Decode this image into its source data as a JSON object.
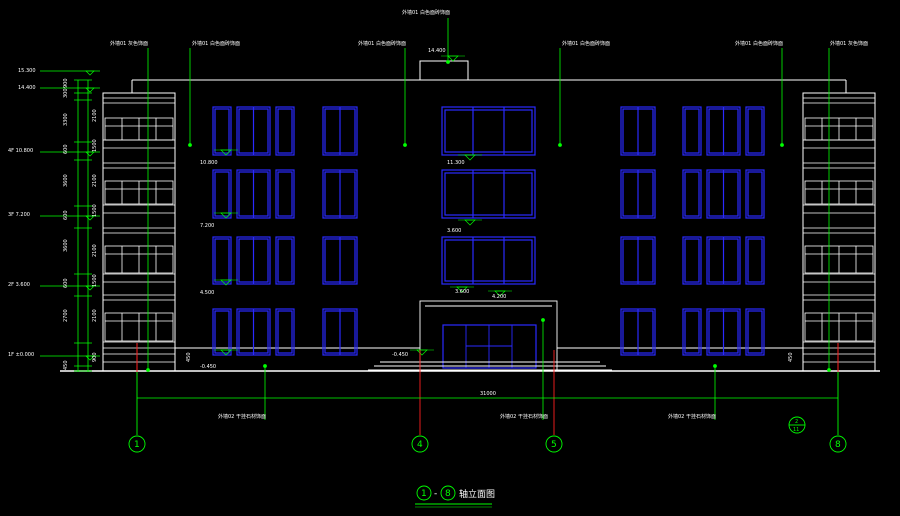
{
  "drawing": {
    "title_axes": [
      "1",
      "8"
    ],
    "title_dash": "-",
    "title_text": "轴立面图"
  },
  "axes": [
    "1",
    "4",
    "5",
    "8"
  ],
  "detail_marker": {
    "top": "2",
    "bottom": "11"
  },
  "overall_width": "31000",
  "callouts": {
    "top_center": "外墙01 白色面砖饰面",
    "top_l1": "外墙01 灰色饰面",
    "top_l2": "外墙01 白色面砖饰面",
    "top_l3": "外墙01 白色面砖饰面",
    "top_r1": "外墙01 白色面砖饰面",
    "top_r2": "外墙01 白色面砖饰面",
    "top_r3": "外墙01 灰色饰面",
    "bottom_l": "外墙02 干挂石材饰面",
    "bottom_c": "外墙02 干挂石材饰面",
    "bottom_r": "外墙02 干挂石材饰面"
  },
  "levels": {
    "roof_top": "15.300",
    "parapet": "14.400",
    "f4": "4F  10.800",
    "f3": "3F  7.200",
    "f2": "2F  3.600",
    "f1": "1F  ±0.000"
  },
  "inner_levels": [
    "10.800",
    "11.300",
    "7.200",
    "3.600",
    "4.500",
    "3.600",
    "4.200",
    "-0.450",
    "-0.450",
    "14.400"
  ],
  "dims_left": [
    "900",
    "300",
    "3300",
    "600",
    "3600",
    "600",
    "3600",
    "600",
    "2700",
    "450"
  ],
  "dims_left_inner": [
    "2100",
    "1500",
    "2100",
    "1500",
    "2100",
    "1500",
    "2100",
    "900"
  ],
  "side_dims": [
    "450",
    "450"
  ],
  "colors": {
    "wall": "#ffffff",
    "window_blue": "#2a2aff",
    "annotation": "#00ff00",
    "axis_red": "#ff2020"
  }
}
